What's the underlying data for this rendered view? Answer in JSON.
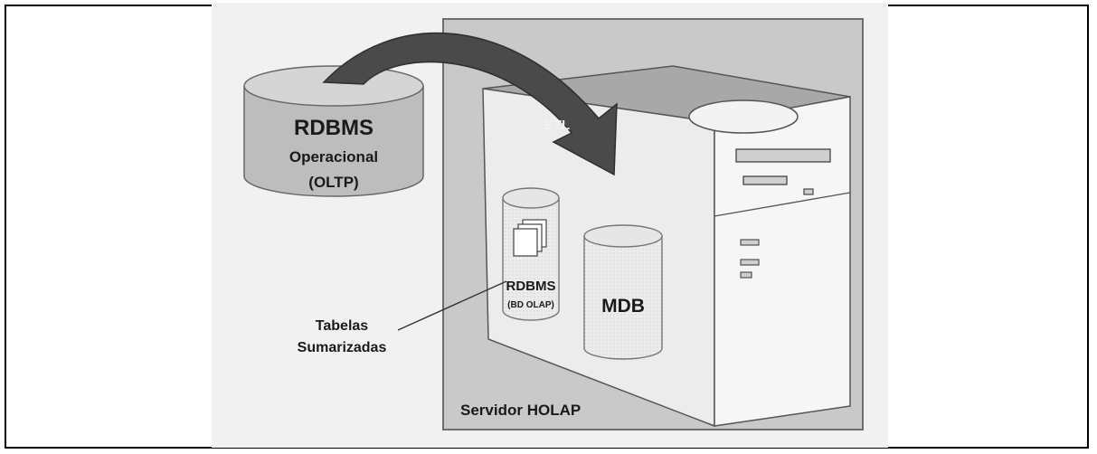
{
  "diagram": {
    "source_db": {
      "title": "RDBMS",
      "line1": "Operacional",
      "line2": "(OLTP)"
    },
    "etl_label": "ETL",
    "olap_db": {
      "title": "RDBMS",
      "subtitle": "(BD OLAP)"
    },
    "mdb_label": "MDB",
    "summary_label": {
      "line1": "Tabelas",
      "line2": "Sumarizadas"
    },
    "server_label": "Servidor HOLAP"
  }
}
